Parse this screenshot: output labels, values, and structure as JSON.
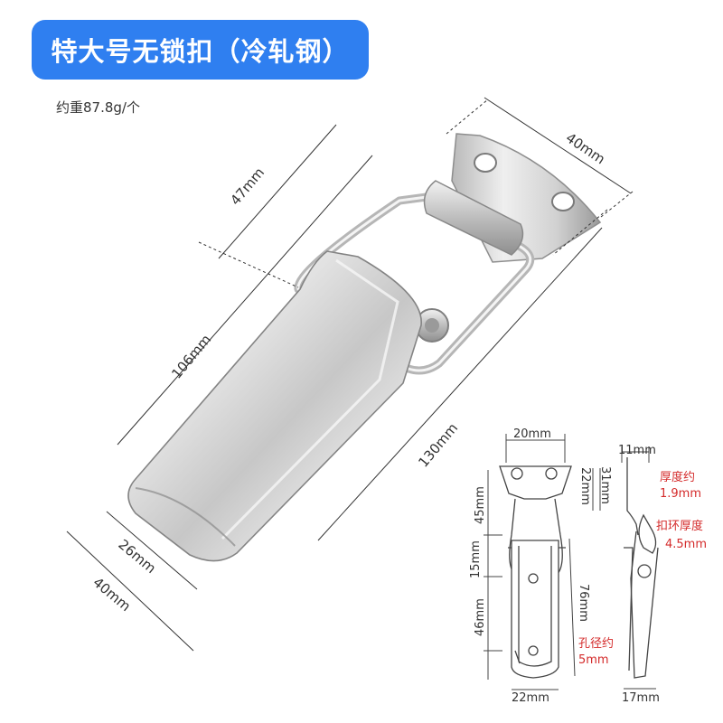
{
  "product": {
    "title": "特大号无锁扣（冷轧钢）",
    "weight_note": "约重87.8g/个"
  },
  "main_dimensions": {
    "top_width": "40mm",
    "upper_length": "47mm",
    "body_length": "106mm",
    "total_length": "130mm",
    "bottom_inner_width": "26mm",
    "bottom_outer_width": "40mm"
  },
  "detail_front": {
    "top_width": "20mm",
    "plate_height_a": "22mm",
    "plate_height_b": "31mm",
    "loop_height": "45mm",
    "gap_height": "15mm",
    "body_height": "76mm",
    "lower_height": "46mm",
    "bottom_width": "22mm"
  },
  "detail_side": {
    "top_width": "11mm",
    "bottom_width": "17mm"
  },
  "notes": {
    "thickness": [
      "厚度约",
      "1.9mm"
    ],
    "ring_thickness": [
      "扣环厚度",
      "4.5mm"
    ],
    "hole_diameter": [
      "孔径约",
      "5mm"
    ]
  },
  "colors": {
    "banner": "#2f7ff0",
    "note_text": "#d42b2b",
    "dimension_line": "#333333",
    "metal_light": "#e6e6e6",
    "metal_dark": "#8a8a8a"
  }
}
